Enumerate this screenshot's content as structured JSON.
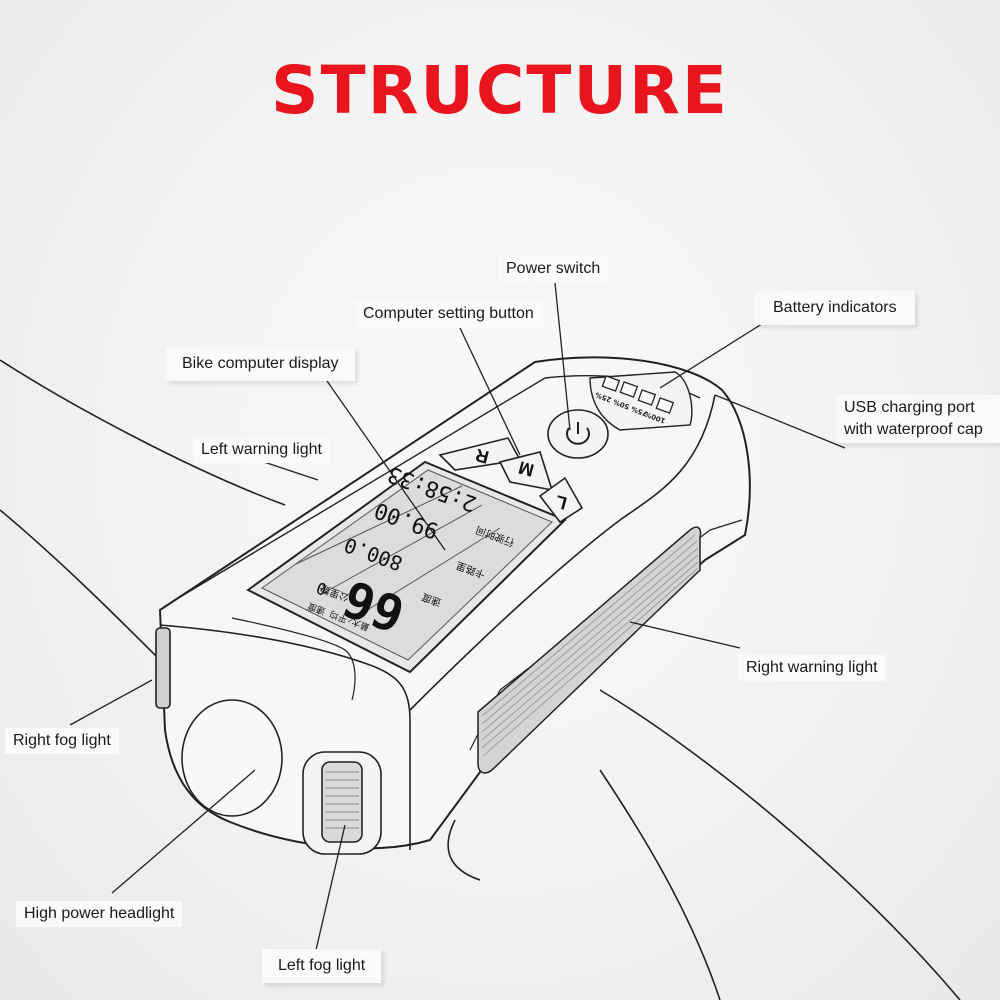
{
  "title": "STRUCTURE",
  "colors": {
    "title": "#e8141e",
    "line": "#222222",
    "background": "#f3f3f3"
  },
  "labels": {
    "power_switch": "Power switch",
    "computer_setting_button": "Computer setting button",
    "battery_indicators": "Battery indicators",
    "bike_computer_display": "Bike computer display",
    "usb_charging_port": "USB charging port with waterproof cap",
    "left_warning_light": "Left warning light",
    "right_warning_light": "Right warning light",
    "right_fog_light": "Right fog light",
    "high_power_headlight": "High power headlight",
    "left_fog_light": "Left fog light"
  },
  "device": {
    "buttons": [
      "R",
      "M",
      "L"
    ],
    "battery_levels": [
      "25%",
      "50%",
      "75%",
      "100%"
    ],
    "display": {
      "row1_value": "2:58:33",
      "row1_label": "行驶时间",
      "row2_value": "99.00",
      "row2_label": "卡路里",
      "row3_value": "800.0",
      "row3_label": "公里数",
      "row4_label": "速度",
      "speed_value": "66",
      "speed_unit": "0",
      "bottom_label": "最大 平均 速度"
    }
  }
}
